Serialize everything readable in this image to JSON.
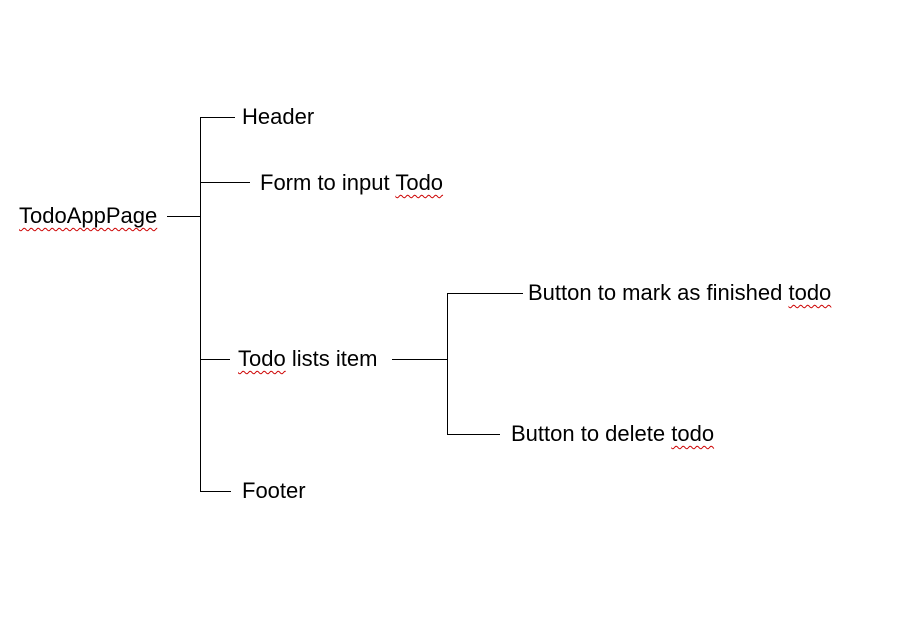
{
  "page": {
    "background_color": "#ffffff",
    "text_color": "#000000",
    "connector_color": "#000000",
    "misspell_underline_color": "#cc0000"
  },
  "tree": {
    "root": {
      "label": "TodoAppPage",
      "parts": [
        {
          "text": "TodoAppPage",
          "misspelled": true
        }
      ]
    },
    "children": [
      {
        "label": "Header",
        "parts": [
          {
            "text": "Header",
            "misspelled": false
          }
        ]
      },
      {
        "label": "Form to input Todo",
        "parts": [
          {
            "text": "Form to input ",
            "misspelled": false
          },
          {
            "text": "Todo",
            "misspelled": true
          }
        ]
      },
      {
        "label": "Todo lists item",
        "parts": [
          {
            "text": "Todo",
            "misspelled": true
          },
          {
            "text": " lists item",
            "misspelled": false
          }
        ],
        "children": [
          {
            "label": "Button to mark as finished todo",
            "parts": [
              {
                "text": "Button to mark as finished ",
                "misspelled": false
              },
              {
                "text": "todo",
                "misspelled": true
              }
            ]
          },
          {
            "label": "Button to delete todo",
            "parts": [
              {
                "text": "Button to delete ",
                "misspelled": false
              },
              {
                "text": "todo",
                "misspelled": true
              }
            ]
          }
        ]
      },
      {
        "label": "Footer",
        "parts": [
          {
            "text": "Footer",
            "misspelled": false
          }
        ]
      }
    ]
  }
}
